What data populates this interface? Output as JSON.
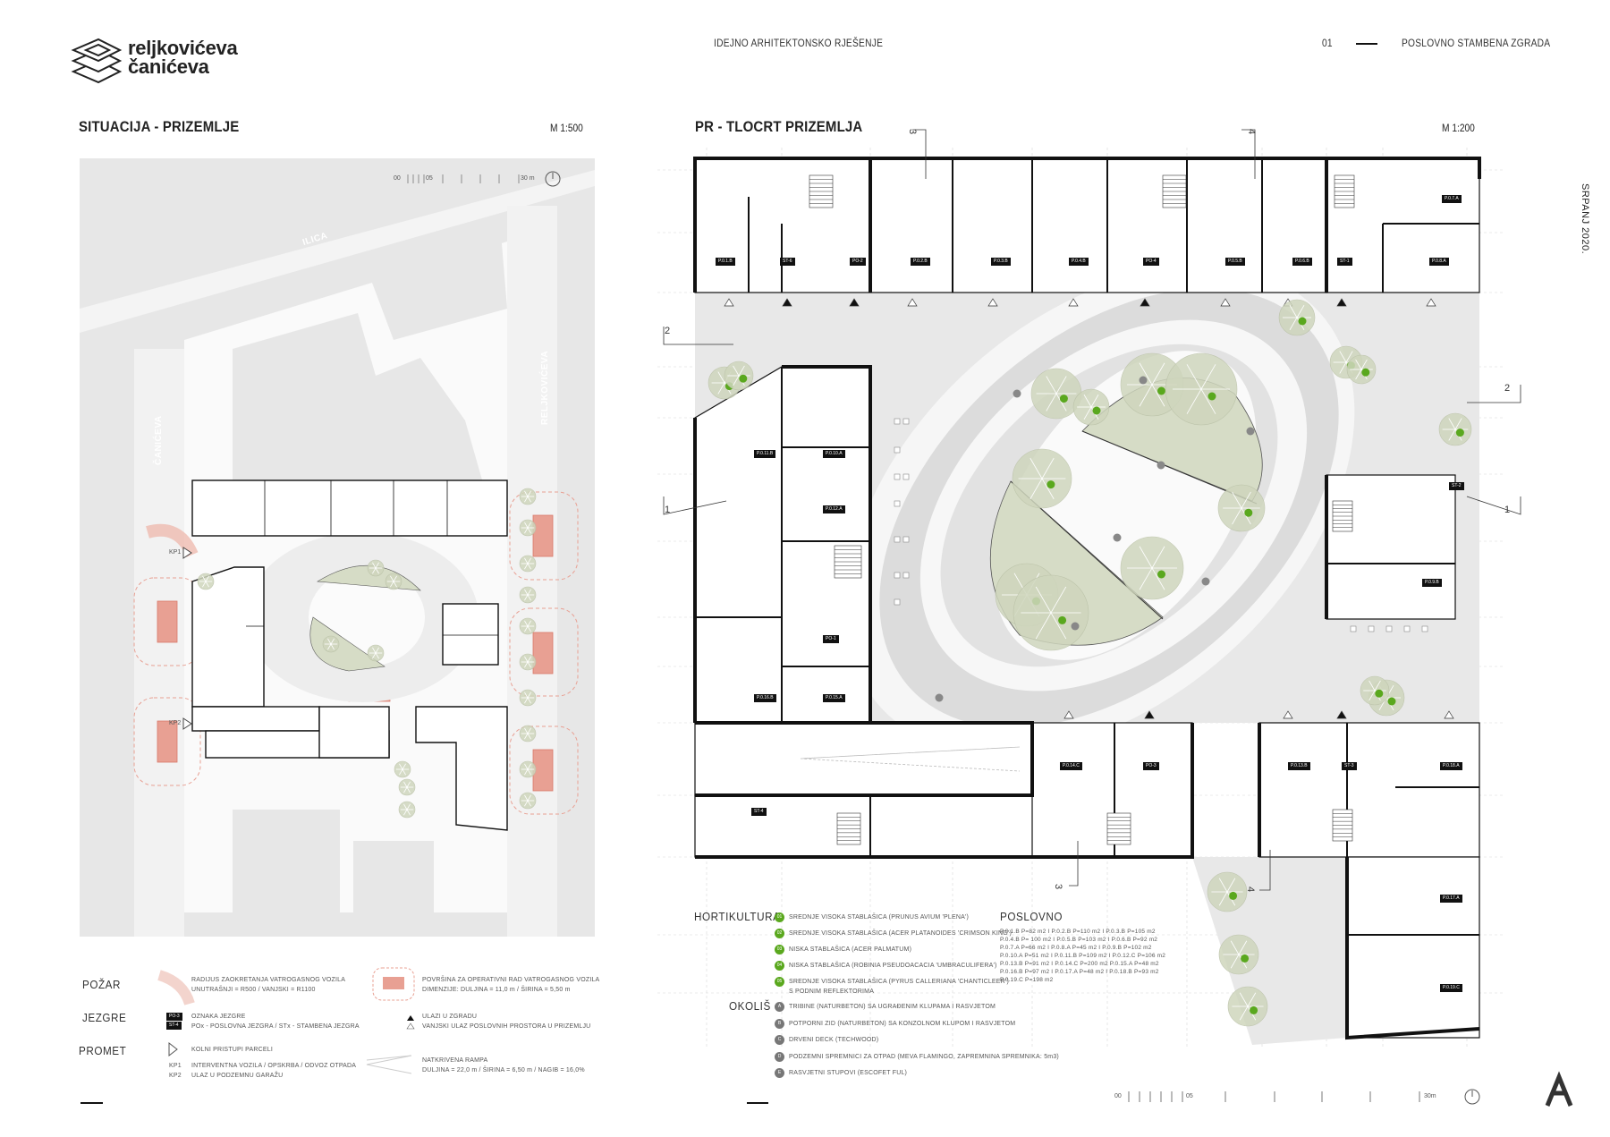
{
  "header": {
    "logo_line1": "reljkovićeva",
    "logo_line2": "čanićeva",
    "project": "IDEJNO ARHITEKTONSKO RJEŠENJE",
    "sheet_no": "01",
    "building": "POSLOVNO STAMBENA ZGRADA",
    "date": "SRPANJ 2020."
  },
  "site": {
    "title": "SITUACIJA - PRIZEMLJE",
    "scale": "M 1:500",
    "streets": {
      "ilica": "ILICA",
      "canićeva": "ČANIĆEVA",
      "reljkoviceva": "RELJKOVIĆEVA"
    },
    "scalebar": {
      "start": "00",
      "mid": "05",
      "end": "30 m"
    },
    "kp1": "KP1",
    "kp2": "KP2"
  },
  "plan": {
    "title": "PR - TLOCRT PRIZEMLJA",
    "scale": "M 1:200",
    "sections": [
      "1",
      "2",
      "3",
      "4"
    ],
    "scalebar": {
      "start": "00",
      "mid": "05",
      "end": "30m"
    },
    "room_tags": [
      "P.0.1.B",
      "ST-6",
      "PO-2",
      "P.0.2.B",
      "P.0.3.B",
      "P.0.4.B",
      "PO-4",
      "P.0.5.B",
      "P.0.6.B",
      "ST-1",
      "P.0.7.A",
      "P.0.8.A",
      "P.0.11.B",
      "P.0.10.A",
      "P.0.12.A",
      "PO-1",
      "P.0.16.B",
      "P.0.15.A",
      "ST-2",
      "P.0.9.B",
      "P.0.14.C",
      "PO-3",
      "P.0.13.B",
      "ST-3",
      "P.0.18.A",
      "ST-4",
      "P.0.17.A",
      "P.0.19.C"
    ]
  },
  "legend_site": {
    "pozar": {
      "label": "POŽAR",
      "radius_l1": "RADIJUS ZAOKRETANJA VATROGASNOG VOZILA",
      "radius_l2": "UNUTRAŠNJI = R500 / VANJSKI = R1100",
      "area_l1": "POVRŠINA ZA OPERATIVNI RAD VATROGASNOG VOZILA",
      "area_l2": "DIMENZIJE: DULJINA = 11,0 m / ŠIRINA = 5,50 m"
    },
    "jezgre": {
      "label": "JEZGRE",
      "tag1": "PO-3",
      "tag2": "ST-4",
      "mark_l1": "OZNAKA JEZGRE",
      "mark_l2": "POx - POSLOVNA JEZGRA / STx - STAMBENA JEZGRA",
      "entry_l1": "ULAZI U ZGRADU",
      "entry_l2": "VANJSKI ULAZ POSLOVNIH PROSTORA U PRIZEMLJU"
    },
    "promet": {
      "label": "PROMET",
      "access": "KOLNI PRISTUPI PARCELI",
      "kp1": "KP1",
      "kp1_text": "INTERVENTNA VOZILA / OPSKRBA / ODVOZ OTPADA",
      "kp2": "KP2",
      "kp2_text": "ULAZ U PODZEMNU GARAŽU",
      "ramp_l1": "NATKRIVENA RAMPA",
      "ramp_l2": "DULJINA = 22,0 m / ŠIRINA = 6,50 m / NAGIB = 16,0%"
    }
  },
  "legend_plan": {
    "hortikultura": {
      "label": "HORTIKULTURA",
      "items": [
        {
          "code": "01",
          "text": "SREDNJE VISOKA STABLAŠICA (PRUNUS AVIUM 'PLENA')"
        },
        {
          "code": "02",
          "text": "SREDNJE VISOKA STABLAŠICA (ACER PLATANOIDES 'CRIMSON KING')"
        },
        {
          "code": "03",
          "text": "NISKA STABLAŠICA (ACER PALMATUM)"
        },
        {
          "code": "04",
          "text": "NISKA STABLAŠICA (ROBINIA PSEUDOACACIA 'UMBRACULIFERA')"
        },
        {
          "code": "05",
          "text": "SREDNJE VISOKA STABLAŠICA (PYRUS CALLERIANA 'CHANTICLEER')",
          "text2": "S PODNIM REFLEKTORIMA"
        }
      ]
    },
    "okolis": {
      "label": "OKOLIŠ",
      "items": [
        {
          "code": "A",
          "text": "TRIBINE (NATURBETON) SA UGRAĐENIM KLUPAMA I RASVJETOM"
        },
        {
          "code": "B",
          "text": "POTPORNI ZID (NATURBETON) SA KONZOLNOM KLUPOM I RASVJETOM"
        },
        {
          "code": "C",
          "text": "DRVENI DECK (TECHWOOD)"
        },
        {
          "code": "D",
          "text": "PODZEMNI SPREMNICI ZA OTPAD (MEVA FLAMINGO, ZAPREMNINA SPREMNIKA: 5m3)"
        },
        {
          "code": "E",
          "text": "RASVJETNI STUPOVI (ESCOFET FUL)"
        }
      ]
    },
    "poslovno": {
      "label": "POSLOVNO",
      "lines": [
        "P.0.1.B P=82 m2 I P.0.2.B P=110 m2 I P.0.3.B P=105 m2",
        "P.0.4.B P= 100 m2 I P.0.5.B P=103 m2 I P.0.6.B P=92 m2",
        "P.0.7.A P=66 m2 I P.0.8.A P=45 m2 I P.0.9.B P=102 m2",
        "P.0.10.A P=51 m2 I P.0.11.B P=109 m2 I P.0.12.C P=106 m2",
        "P.0.13.B P=91 m2 I P.0.14.C P=200 m2 P.0.15.A P=48 m2",
        "P.0.16.B P=97 m2 I P.0.17.A P=48 m2 I P.0.18.B P=93 m2",
        "P.0.19.C P=198 m2"
      ]
    }
  },
  "colors": {
    "fire": "#e8a093",
    "tree": "#cfd6bd",
    "green_dot": "#5aa81e",
    "gray_dot": "#777777",
    "ground": "#e7e7e7"
  }
}
